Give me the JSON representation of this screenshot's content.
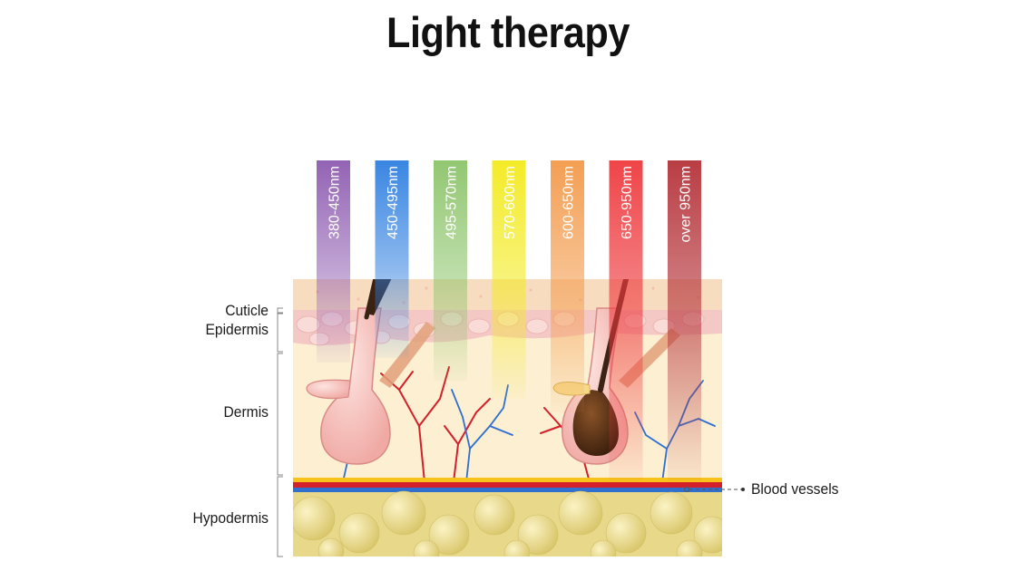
{
  "title": "Light therapy",
  "wavelength_bands": [
    {
      "label": "380-450nm",
      "color": "#8e5bb0"
    },
    {
      "label": "450-495nm",
      "color": "#2f7fe0"
    },
    {
      "label": "495-570nm",
      "color": "#8cc46a"
    },
    {
      "label": "570-600nm",
      "color": "#f3ea1c"
    },
    {
      "label": "600-650nm",
      "color": "#f39a4a"
    },
    {
      "label": "650-950nm",
      "color": "#ee3b3f"
    },
    {
      "label": "over  950nm",
      "color": "#b5333a"
    }
  ],
  "layers": {
    "cuticle": "Cuticle",
    "epidermis": "Epidermis",
    "dermis": "Dermis",
    "hypodermis": "Hypodermis"
  },
  "callouts": {
    "blood_vessels": "Blood vessels"
  },
  "colors": {
    "skin_surface": "#f7d6b8",
    "epidermis": "#f4c8c4",
    "dermis": "#fcefd2",
    "hypodermis_fat": "#eadc8a",
    "artery": "#d4202a",
    "vein": "#2e6fd0",
    "hair": "#3a2214"
  }
}
